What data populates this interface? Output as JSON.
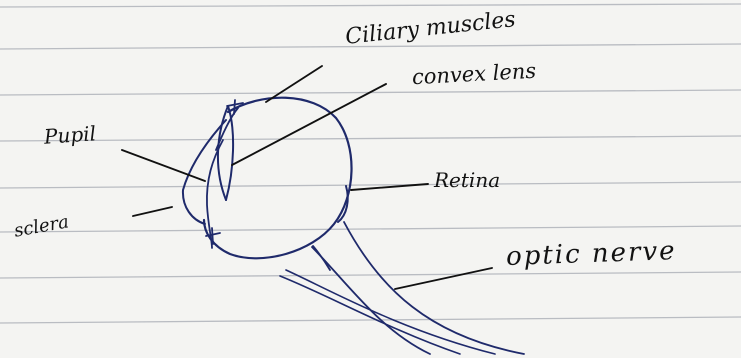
{
  "labels": {
    "ciliary_muscles": "Ciliary muscles",
    "convex_lens": "convex lens",
    "pupil": "Pupil",
    "retina": "Retina",
    "sclera": "sclera",
    "optic_nerve": "optic nerve"
  },
  "colors": {
    "paper": "#f4f4f2",
    "rule_line": "#b9bcc2",
    "ink_blue": "#1f2a6b",
    "ink_black": "#111111"
  }
}
